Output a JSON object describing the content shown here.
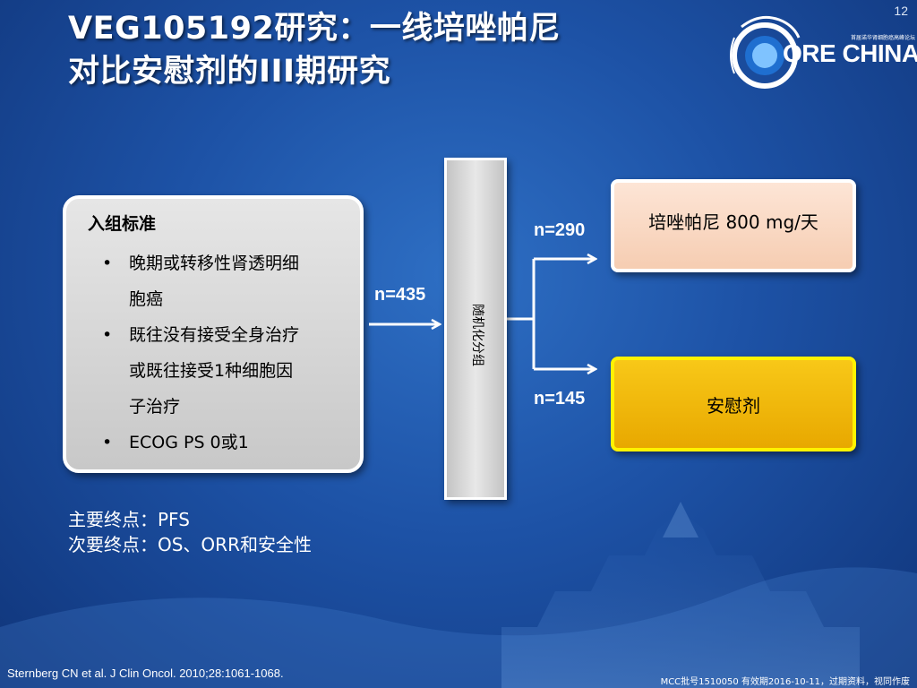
{
  "slide": {
    "page_number": "12",
    "title_lines": [
      "VEG105192研究：一线培唑帕尼",
      "对比安慰剂的III期研究"
    ],
    "colors": {
      "background": "#1d52a6",
      "criteria_fill": "#d9d9d9",
      "pazopanib_fill": "#fbd9c3",
      "placebo_fill": "#f5b800",
      "placebo_border": "#fff200",
      "arrow": "#ffffff"
    }
  },
  "logo": {
    "text": "ORE CHINA",
    "subtitle": "首届诺华肾细胞癌高峰论坛",
    "icon": "dragon-logo-icon"
  },
  "criteria": {
    "title": "入组标准",
    "items": [
      {
        "lines": [
          "晚期或转移性肾透明细",
          "胞癌"
        ]
      },
      {
        "lines": [
          "既往没有接受全身治疗",
          "或既往接受1种细胞因",
          "子治疗"
        ]
      },
      {
        "lines": [
          "ECOG PS 0或1"
        ]
      }
    ],
    "bullet": "•"
  },
  "randomization": {
    "label": "随机化分组",
    "n_total": "n=435"
  },
  "arms": {
    "pazopanib": {
      "label": "培唑帕尼 800 mg/天",
      "n": "n=290"
    },
    "placebo": {
      "label": "安慰剂",
      "n": "n=145"
    }
  },
  "endpoints": {
    "primary": "主要终点：PFS",
    "secondary": "次要终点：OS、ORR和安全性"
  },
  "footer": {
    "reference": "Sternberg CN et al. J Clin Oncol. 2010;28:1061-1068.",
    "approval": "MCC批号1510050  有效期2016-10-11，过期资料，视同作废"
  }
}
